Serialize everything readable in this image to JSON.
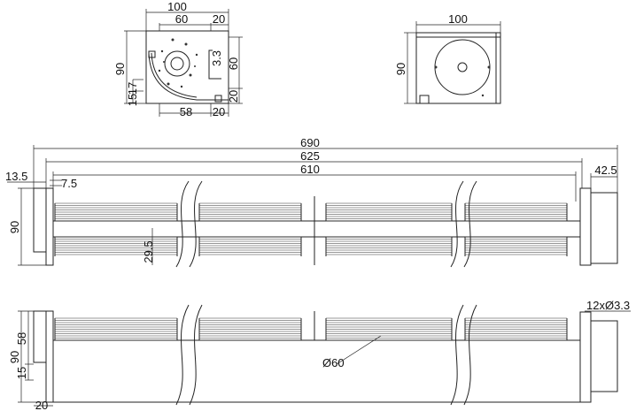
{
  "side_view": {
    "dims": {
      "width": "100",
      "top_inner": "60",
      "top_right": "20",
      "height": "90",
      "left_a": "17",
      "left_b": "15",
      "bottom_inner": "58",
      "bottom_right": "20",
      "right_upper": "60",
      "right_lower": "20",
      "slot": "3.3"
    }
  },
  "motor_view": {
    "dims": {
      "width": "100",
      "height": "90"
    }
  },
  "front_view": {
    "dims": {
      "overall": "690",
      "between_plates": "625",
      "impeller": "610",
      "motor": "42.5",
      "plate": "13.5",
      "offset": "7.5",
      "height": "90",
      "shaft_offset": "29.5"
    }
  },
  "bottom_view": {
    "dims": {
      "height": "90",
      "upper": "58",
      "lower": "15",
      "flange": "20",
      "holes": "12xØ3.3",
      "diameter": "Ø60"
    }
  }
}
